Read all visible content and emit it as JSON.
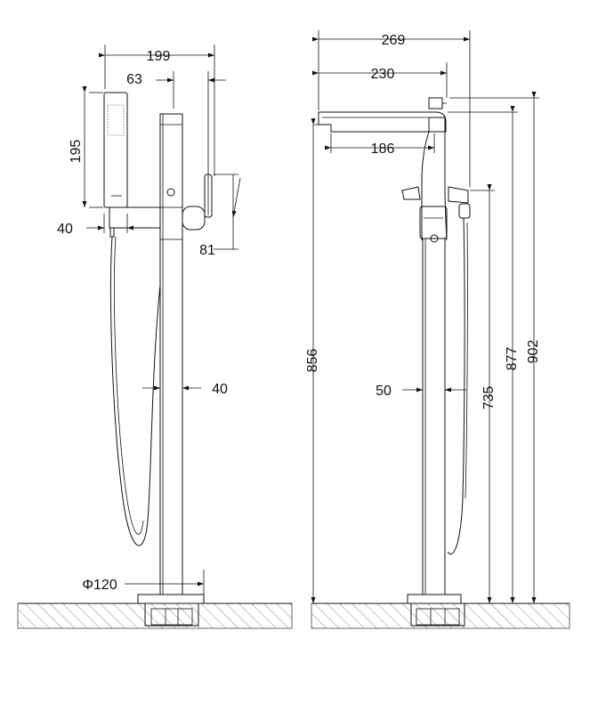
{
  "dimensions": {
    "side_view": {
      "overall_depth": "199",
      "lever_offset": "63",
      "handshower_length": "195",
      "handshower_width": "40",
      "lever_drop": "81",
      "column_diameter": "40",
      "base_diameter": "Φ120"
    },
    "front_view": {
      "overall_width": "269",
      "spout_reach": "230",
      "spout_outlet": "186",
      "column_width": "50",
      "spout_height": "856",
      "handle_height": "735",
      "body_height": "877",
      "total_height": "902"
    }
  }
}
